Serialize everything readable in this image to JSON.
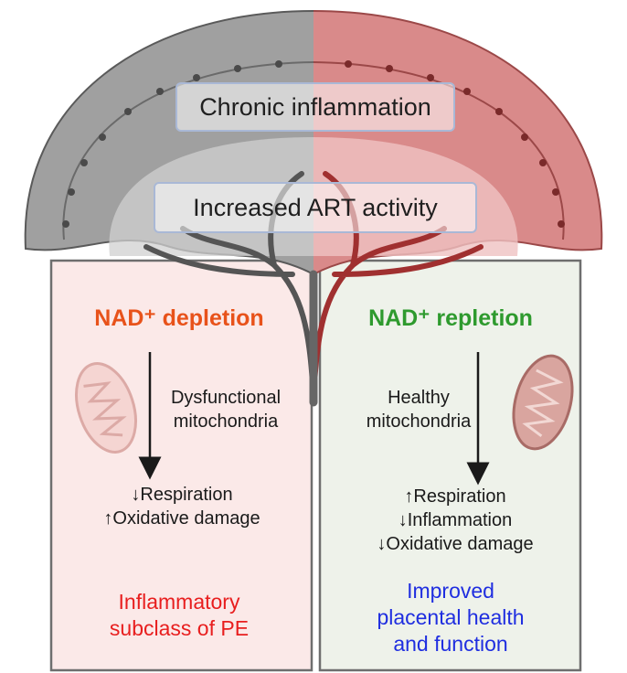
{
  "top": {
    "pill_1": "Chronic inflammation",
    "pill_2": "Increased ART activity"
  },
  "left": {
    "title": "NAD⁺ depletion",
    "mito_label": [
      "Dysfunctional",
      "mitochondria"
    ],
    "effects": [
      "↓Respiration",
      "↑Oxidative damage"
    ],
    "outcome": [
      "Inflammatory",
      "subclass of PE"
    ]
  },
  "right": {
    "title": "NAD⁺ repletion",
    "mito_label": [
      "Healthy",
      "mitochondria"
    ],
    "effects": [
      "↑Respiration",
      "↓Inflammation",
      "↓Oxidative damage"
    ],
    "outcome": [
      "Improved",
      "placental health",
      "and function"
    ]
  },
  "colors": {
    "left_title": "#e8521a",
    "right_title": "#2e9a2e",
    "left_outcome": "#e81e1e",
    "right_outcome": "#1f2ee0",
    "left_panel": "#fbe9e8",
    "right_panel": "#eef2ea",
    "placenta_left": "#9a9a9a",
    "placenta_right": "#d98a8a"
  },
  "icons": [
    "mitochondrion-icon",
    "mitochondrion-icon",
    "arrow-down-icon",
    "arrow-down-icon"
  ]
}
